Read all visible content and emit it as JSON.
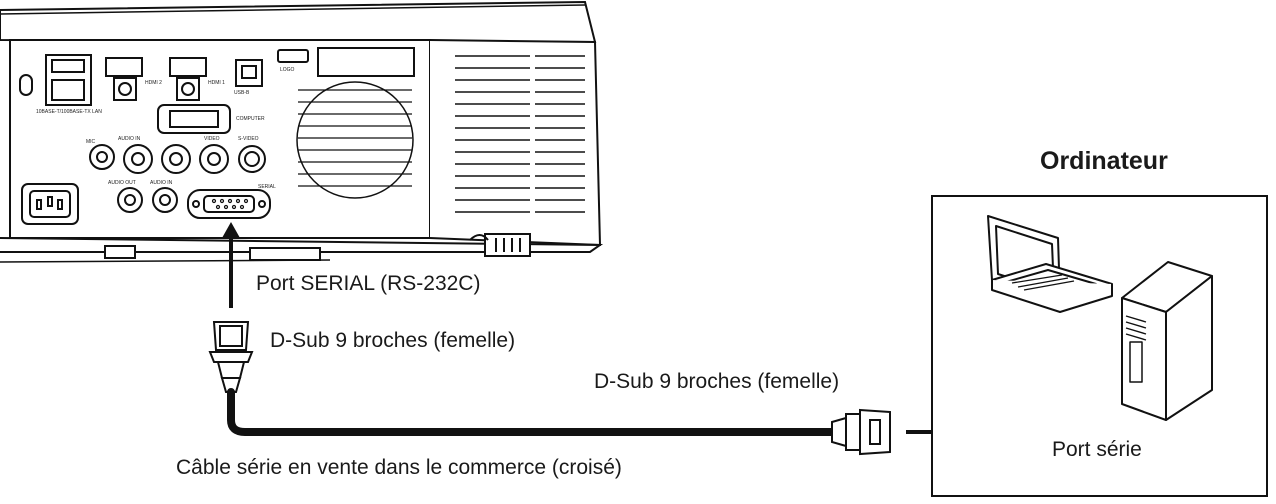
{
  "labels": {
    "computer_title": "Ordinateur",
    "serial_port_projector": "Port SERIAL (RS-232C)",
    "dsub_projector_end": "D-Sub 9 broches (femelle)",
    "dsub_computer_end": "D-Sub 9 broches (femelle)",
    "cable": "Câble série en vente dans le commerce (croisé)",
    "computer_port": "Port série"
  },
  "projector_panel": {
    "hdmi2": "HDMI 2",
    "hdmi1": "HDMI 1",
    "usb_b": "USB-B",
    "logo": "LOGO",
    "lan": "10BASE-T/100BASE-TX LAN",
    "computer": "COMPUTER",
    "mic": "MIC",
    "audio_in": "AUDIO IN",
    "video": "VIDEO",
    "s_video": "S-VIDEO",
    "audio_out": "AUDIO OUT",
    "audio_in2": "AUDIO IN",
    "serial": "SERIAL"
  }
}
